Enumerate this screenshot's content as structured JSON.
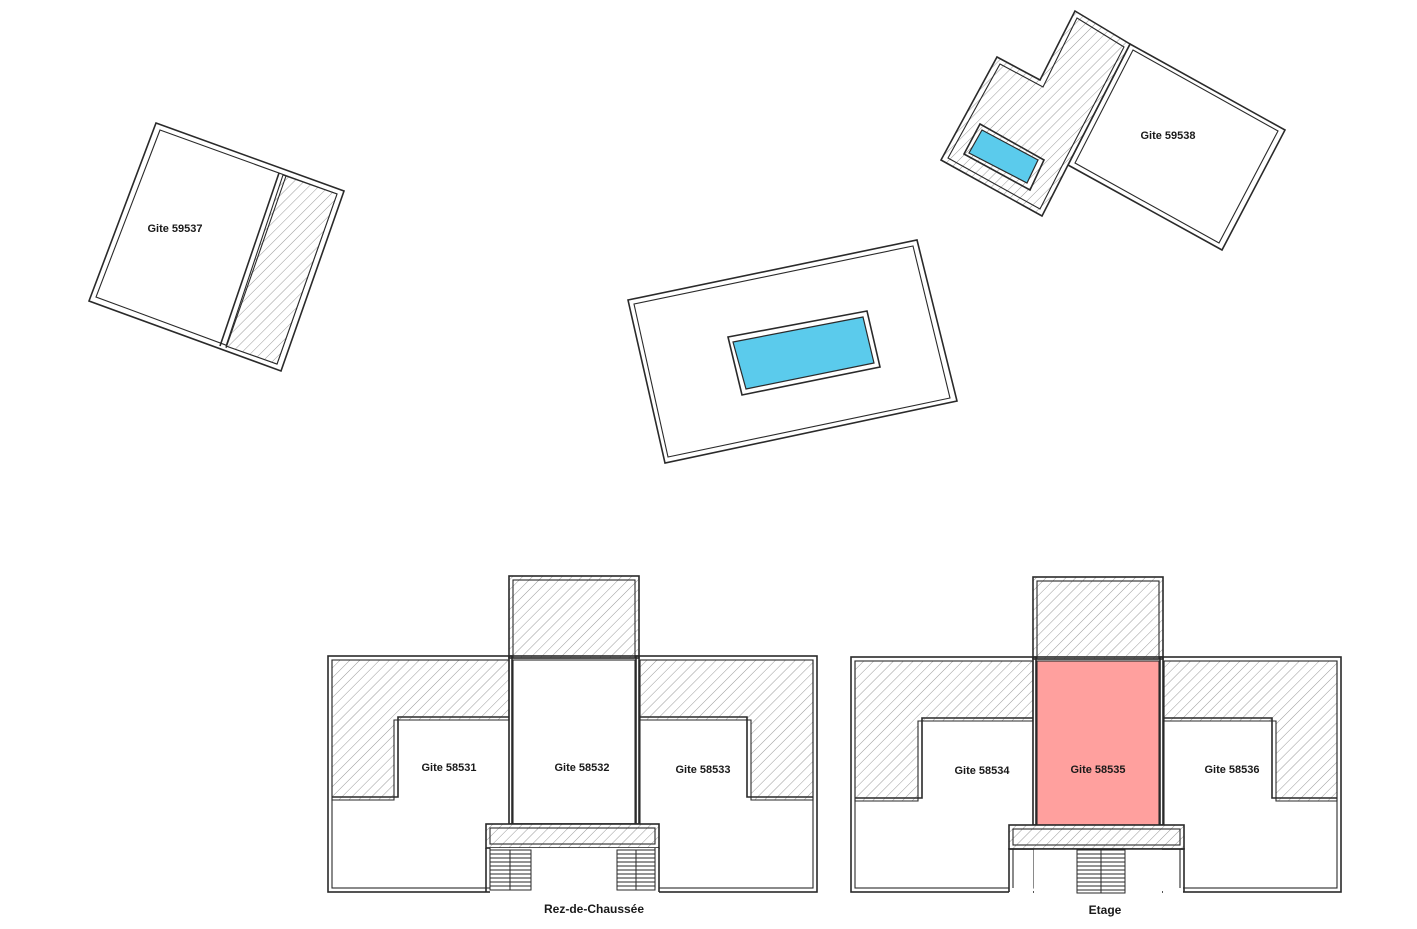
{
  "colors": {
    "pool": "#5bcbec",
    "selected_unit": "#ffa09e",
    "wall": "#2a2a2a",
    "hatch": "#9a9a9a",
    "background": "#ffffff"
  },
  "detached": {
    "gite_59537": {
      "label": "Gite 59537"
    },
    "gite_59538": {
      "label": "Gite 59538"
    }
  },
  "ground_floor": {
    "title": "Rez-de-Chaussée",
    "units": [
      {
        "label": "Gite 58531"
      },
      {
        "label": "Gite 58532"
      },
      {
        "label": "Gite 58533"
      }
    ]
  },
  "upper_floor": {
    "title": "Etage",
    "units": [
      {
        "label": "Gite 58534"
      },
      {
        "label": "Gite 58535",
        "selected": true
      },
      {
        "label": "Gite 58536"
      }
    ]
  }
}
